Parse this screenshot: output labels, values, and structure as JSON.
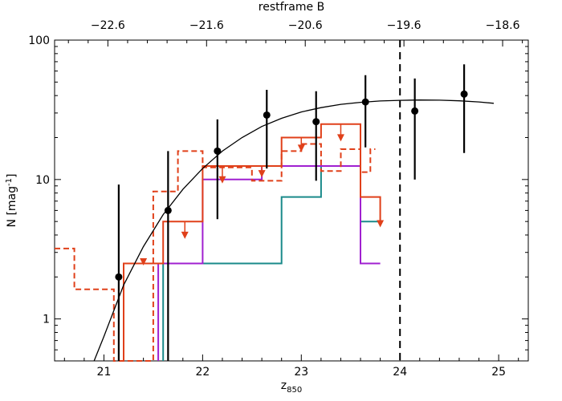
{
  "chart_data": {
    "type": "histogram-scatter",
    "xlabel": "z",
    "xlabel_sub": "850",
    "ylabel": "N [mag",
    "ylabel_sup": "-1",
    "ylabel_end": "]",
    "top_axis_label": "restframe B",
    "xlim": [
      20.5,
      25.3
    ],
    "ylim": [
      0.5,
      100
    ],
    "y_scale": "log",
    "x_ticks": [
      "21",
      "22",
      "23",
      "24",
      "25"
    ],
    "x_tick_values": [
      21,
      22,
      23,
      24,
      25
    ],
    "y_ticks": [
      "1",
      "10",
      "100"
    ],
    "y_tick_values": [
      1,
      10,
      100
    ],
    "top_ticks": [
      "−22.6",
      "−21.6",
      "−20.6",
      "−19.6",
      "−18.6"
    ],
    "top_tick_positions_z850": [
      21.04,
      22.04,
      23.04,
      24.04,
      25.04
    ],
    "vertical_dashed_line_x": 24.0,
    "colors": {
      "points": "#000000",
      "fit_curve": "#000000",
      "orange": "#e0401a",
      "purple": "#a020d0",
      "teal": "#1a8a8a"
    },
    "points": [
      {
        "x": 21.15,
        "y": 2.0,
        "y_low": 0.5,
        "y_high": 9.2
      },
      {
        "x": 21.65,
        "y": 6.0,
        "y_low": 0.5,
        "y_high": 16.0
      },
      {
        "x": 22.15,
        "y": 16.0,
        "y_low": 5.2,
        "y_high": 27.0
      },
      {
        "x": 22.65,
        "y": 29.0,
        "y_low": 12.0,
        "y_high": 44.0
      },
      {
        "x": 23.15,
        "y": 26.0,
        "y_low": 9.8,
        "y_high": 43.0
      },
      {
        "x": 23.65,
        "y": 36.0,
        "y_low": 17.0,
        "y_high": 56.0
      },
      {
        "x": 24.15,
        "y": 31.0,
        "y_low": 10.0,
        "y_high": 53.0
      },
      {
        "x": 24.65,
        "y": 41.0,
        "y_low": 15.5,
        "y_high": 67.0
      }
    ],
    "fit_curve": [
      [
        20.9,
        0.5
      ],
      [
        21.0,
        0.75
      ],
      [
        21.2,
        1.75
      ],
      [
        21.4,
        3.3
      ],
      [
        21.6,
        5.6
      ],
      [
        21.8,
        8.5
      ],
      [
        22.0,
        12.0
      ],
      [
        22.2,
        16.0
      ],
      [
        22.4,
        20.0
      ],
      [
        22.6,
        24.0
      ],
      [
        22.8,
        27.5
      ],
      [
        23.0,
        30.5
      ],
      [
        23.2,
        32.8
      ],
      [
        23.4,
        34.6
      ],
      [
        23.6,
        35.8
      ],
      [
        23.8,
        36.6
      ],
      [
        24.0,
        37.0
      ],
      [
        24.2,
        37.2
      ],
      [
        24.4,
        37.1
      ],
      [
        24.6,
        36.7
      ],
      [
        24.8,
        36.0
      ],
      [
        24.95,
        35.2
      ]
    ],
    "orange_dashed_hist": [
      [
        20.5,
        3.2
      ],
      [
        20.7,
        3.2
      ],
      [
        20.7,
        1.63
      ],
      [
        21.1,
        1.63
      ],
      [
        21.1,
        0.5
      ],
      [
        21.5,
        0.5
      ],
      [
        21.5,
        8.2
      ],
      [
        21.75,
        8.2
      ],
      [
        21.75,
        16.0
      ],
      [
        22.0,
        16.0
      ],
      [
        22.0,
        12.2
      ],
      [
        22.5,
        12.2
      ],
      [
        22.5,
        9.8
      ],
      [
        22.8,
        9.8
      ],
      [
        22.8,
        16.0
      ],
      [
        23.0,
        16.0
      ],
      [
        23.0,
        18.0
      ],
      [
        23.2,
        18.0
      ],
      [
        23.2,
        11.5
      ],
      [
        23.4,
        11.5
      ],
      [
        23.4,
        16.5
      ],
      [
        23.6,
        16.5
      ],
      [
        23.6,
        11.3
      ],
      [
        23.7,
        11.3
      ],
      [
        23.7,
        16.5
      ],
      [
        23.75,
        16.5
      ]
    ],
    "orange_solid_hist": [
      [
        21.2,
        0.5
      ],
      [
        21.2,
        2.5
      ],
      [
        21.6,
        2.5
      ],
      [
        21.6,
        5.0
      ],
      [
        22.0,
        5.0
      ],
      [
        22.0,
        12.5
      ],
      [
        22.8,
        12.5
      ],
      [
        22.8,
        20.0
      ],
      [
        23.2,
        20.0
      ],
      [
        23.2,
        25.0
      ],
      [
        23.6,
        25.0
      ],
      [
        23.6,
        7.5
      ],
      [
        23.8,
        7.5
      ],
      [
        23.8,
        5.0
      ]
    ],
    "purple_hist": [
      [
        21.55,
        0.5
      ],
      [
        21.55,
        2.5
      ],
      [
        22.0,
        2.5
      ],
      [
        22.0,
        10.0
      ],
      [
        22.6,
        10.0
      ],
      [
        22.6,
        12.5
      ],
      [
        23.6,
        12.5
      ],
      [
        23.6,
        2.5
      ],
      [
        23.8,
        2.5
      ]
    ],
    "teal_hist": [
      [
        21.6,
        0.5
      ],
      [
        21.6,
        2.5
      ],
      [
        22.8,
        2.5
      ],
      [
        22.8,
        7.5
      ],
      [
        23.2,
        7.5
      ],
      [
        23.2,
        12.5
      ],
      [
        23.6,
        12.5
      ],
      [
        23.6,
        5.0
      ],
      [
        23.8,
        5.0
      ]
    ],
    "upper_limit_arrows": [
      {
        "x": 21.4,
        "y_top": 2.5,
        "y_tip": 2.45
      },
      {
        "x": 21.82,
        "y_top": 5.0,
        "y_tip": 3.8
      },
      {
        "x": 22.2,
        "y_top": 12.5,
        "y_tip": 9.5
      },
      {
        "x": 22.6,
        "y_top": 12.5,
        "y_tip": 10.5
      },
      {
        "x": 23.0,
        "y_top": 20.0,
        "y_tip": 16.0
      },
      {
        "x": 23.4,
        "y_top": 25.0,
        "y_tip": 19.0
      },
      {
        "x": 23.8,
        "y_top": 7.5,
        "y_tip": 4.6
      }
    ]
  }
}
